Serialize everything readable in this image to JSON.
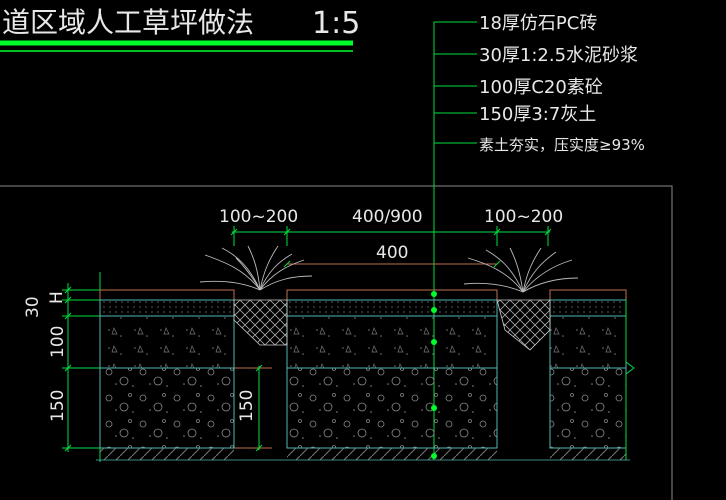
{
  "title": "道区域人工草坪做法",
  "scale": "1:5",
  "layers": [
    "18厚仿石PC砖",
    "30厚1:2.5水泥砂浆",
    "100厚C20素砼",
    "150厚3:7灰土",
    "素土夯实，压实度≥93%"
  ],
  "dims": {
    "left_gap": "100~200",
    "middle": "400/900",
    "right_gap": "100~200",
    "inner": "400",
    "v30": "30",
    "vH": "H",
    "v100": "100",
    "v150": "150",
    "v150_inner": "150"
  },
  "colors": {
    "background": "#000000",
    "title_underline": "#00ff2a",
    "leader": "#00e040",
    "outline": "#4fb8b0",
    "paving": "#c07050",
    "dimension": "#00e040",
    "dim_text": "#e8e8e8",
    "frame": "#8a8a8a"
  }
}
